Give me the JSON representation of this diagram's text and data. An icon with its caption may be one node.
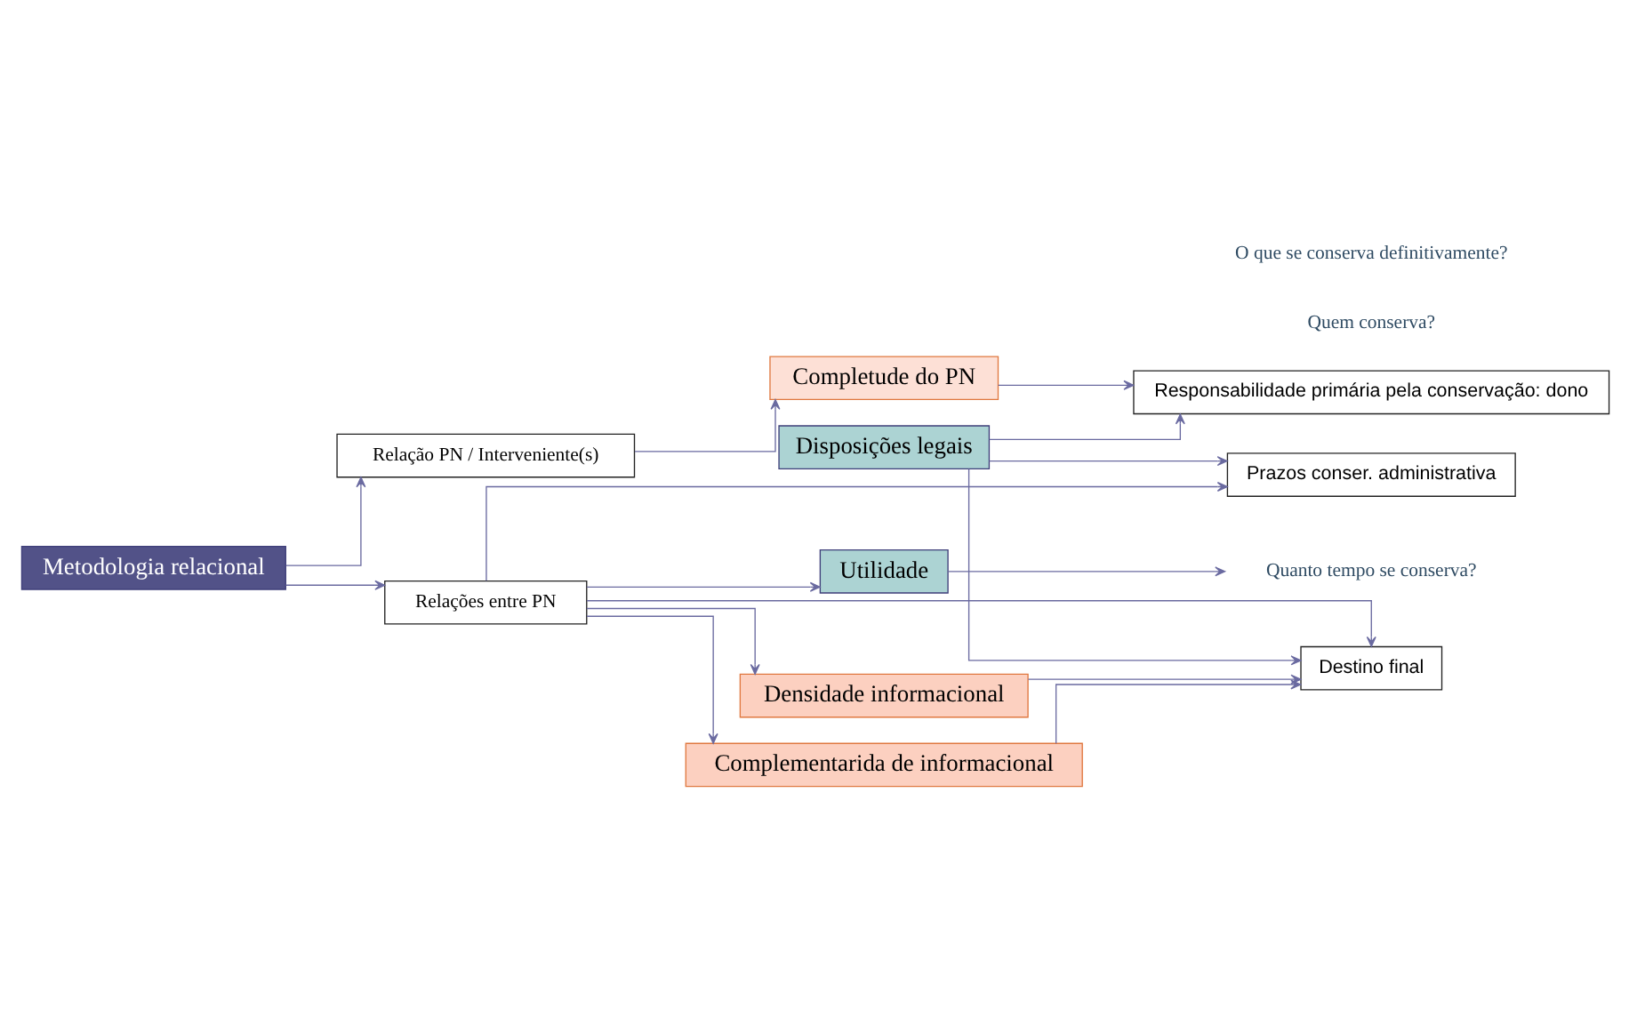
{
  "diagram": {
    "nodes": [
      {
        "text": [
          "Metodologia relacional"
        ]
      },
      {
        "text": [
          "Relação PN / Interveniente(s)"
        ]
      },
      {
        "text": [
          "Responsabilidade primária pela conservação: dono"
        ]
      },
      {
        "text": [
          "Completude do PN"
        ]
      },
      {
        "text": [
          "Disposições legais"
        ]
      },
      {
        "text": [
          "Utilidade"
        ]
      },
      {
        "text": [
          "Quanto tempo se conserva?"
        ]
      },
      {
        "text": [
          "Prazos conser. administrativa"
        ]
      },
      {
        "text": [
          "Relações entre PN"
        ]
      },
      {
        "text": [
          "Destino final"
        ]
      },
      {
        "text": [
          "Densidade informacional"
        ]
      },
      {
        "text": [
          "Complementarida de informacional"
        ]
      }
    ],
    "edges": [
      {
        "from": 0,
        "to": 1,
        "arrow": "to"
      },
      {
        "from": 0,
        "to": 8,
        "arrow": "to"
      },
      {
        "from": 1,
        "to": 3,
        "arrow": "to"
      },
      {
        "from": 3,
        "to": 2,
        "arrow": "to"
      },
      {
        "from": 4,
        "to": 2,
        "arrow": "to"
      },
      {
        "from": 4,
        "to": 7,
        "arrow": "to"
      },
      {
        "from": 4,
        "to": 9,
        "arrow": "to"
      },
      {
        "from": 8,
        "to": 5,
        "arrow": "to"
      },
      {
        "from": 5,
        "to": 6,
        "arrow": "to"
      },
      {
        "from": 8,
        "to": 7,
        "arrow": "to"
      },
      {
        "from": 8,
        "to": 9,
        "arrow": "to"
      },
      {
        "from": 8,
        "to": 10,
        "arrow": "to"
      },
      {
        "from": 8,
        "to": 11,
        "arrow": "to"
      },
      {
        "from": 10,
        "to": 9,
        "arrow": "to"
      },
      {
        "from": 11,
        "to": 9,
        "arrow": "to"
      }
    ],
    "labels": [
      "Quem conserva?",
      "O que se conserva definitivamente?"
    ]
  }
}
